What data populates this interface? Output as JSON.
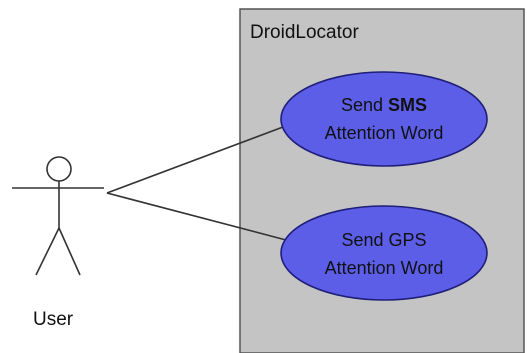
{
  "system": {
    "title": "DroidLocator"
  },
  "actor": {
    "label": "User"
  },
  "use_cases": [
    {
      "line1_a": "Send ",
      "line1_b": "SMS",
      "line2": "Attention Word"
    },
    {
      "line1": "Send GPS",
      "line2": "Attention Word"
    }
  ],
  "colors": {
    "system_fill": "#c4c4c4",
    "system_stroke": "#555555",
    "usecase_fill": "#5c5ee8",
    "usecase_stroke": "#1f1f7a",
    "line": "#333333"
  }
}
